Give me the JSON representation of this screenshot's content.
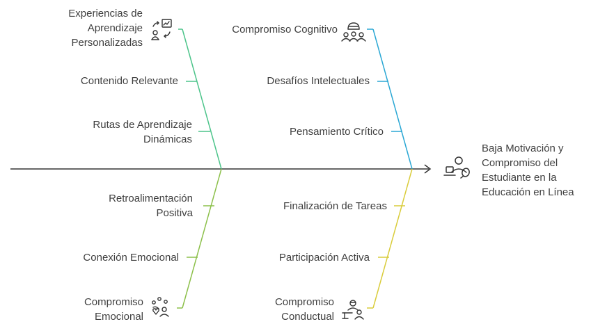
{
  "effect": {
    "title_lines": [
      "Baja Motivación y",
      "Compromiso del",
      "Estudiante en la",
      "Educación en Línea"
    ]
  },
  "bones": {
    "top_left": {
      "category_lines": [
        "Experiencias de",
        "Aprendizaje",
        "Personalizadas"
      ],
      "causes": [
        {
          "lines": [
            "Contenido Relevante"
          ]
        },
        {
          "lines": [
            "Rutas de Aprendizaje",
            "Dinámicas"
          ]
        }
      ],
      "color": "#4cc48a"
    },
    "top_right": {
      "category_lines": [
        "Compromiso Cognitivo"
      ],
      "causes": [
        {
          "lines": [
            "Desafíos Intelectuales"
          ]
        },
        {
          "lines": [
            "Pensamiento Crítico"
          ]
        }
      ],
      "color": "#2aa7d4"
    },
    "bottom_left": {
      "category_lines": [
        "Compromiso",
        "Emocional"
      ],
      "causes": [
        {
          "lines": [
            "Retroalimentación",
            "Positiva"
          ]
        },
        {
          "lines": [
            "Conexión Emocional"
          ]
        }
      ],
      "color": "#8cc04a"
    },
    "bottom_right": {
      "category_lines": [
        "Compromiso",
        "Conductual"
      ],
      "causes": [
        {
          "lines": [
            "Finalización de Tareas"
          ]
        },
        {
          "lines": [
            "Participación Activa"
          ]
        }
      ],
      "color": "#d9cc3a"
    }
  },
  "icons": {
    "top_left": "personalized-learning-icon",
    "top_right": "group-cognition-icon",
    "bottom_left": "emotional-connection-icon",
    "bottom_right": "teacher-student-icon",
    "effect": "remote-student-icon"
  },
  "colors": {
    "spine": "#333333",
    "text": "#3f3f3f"
  }
}
